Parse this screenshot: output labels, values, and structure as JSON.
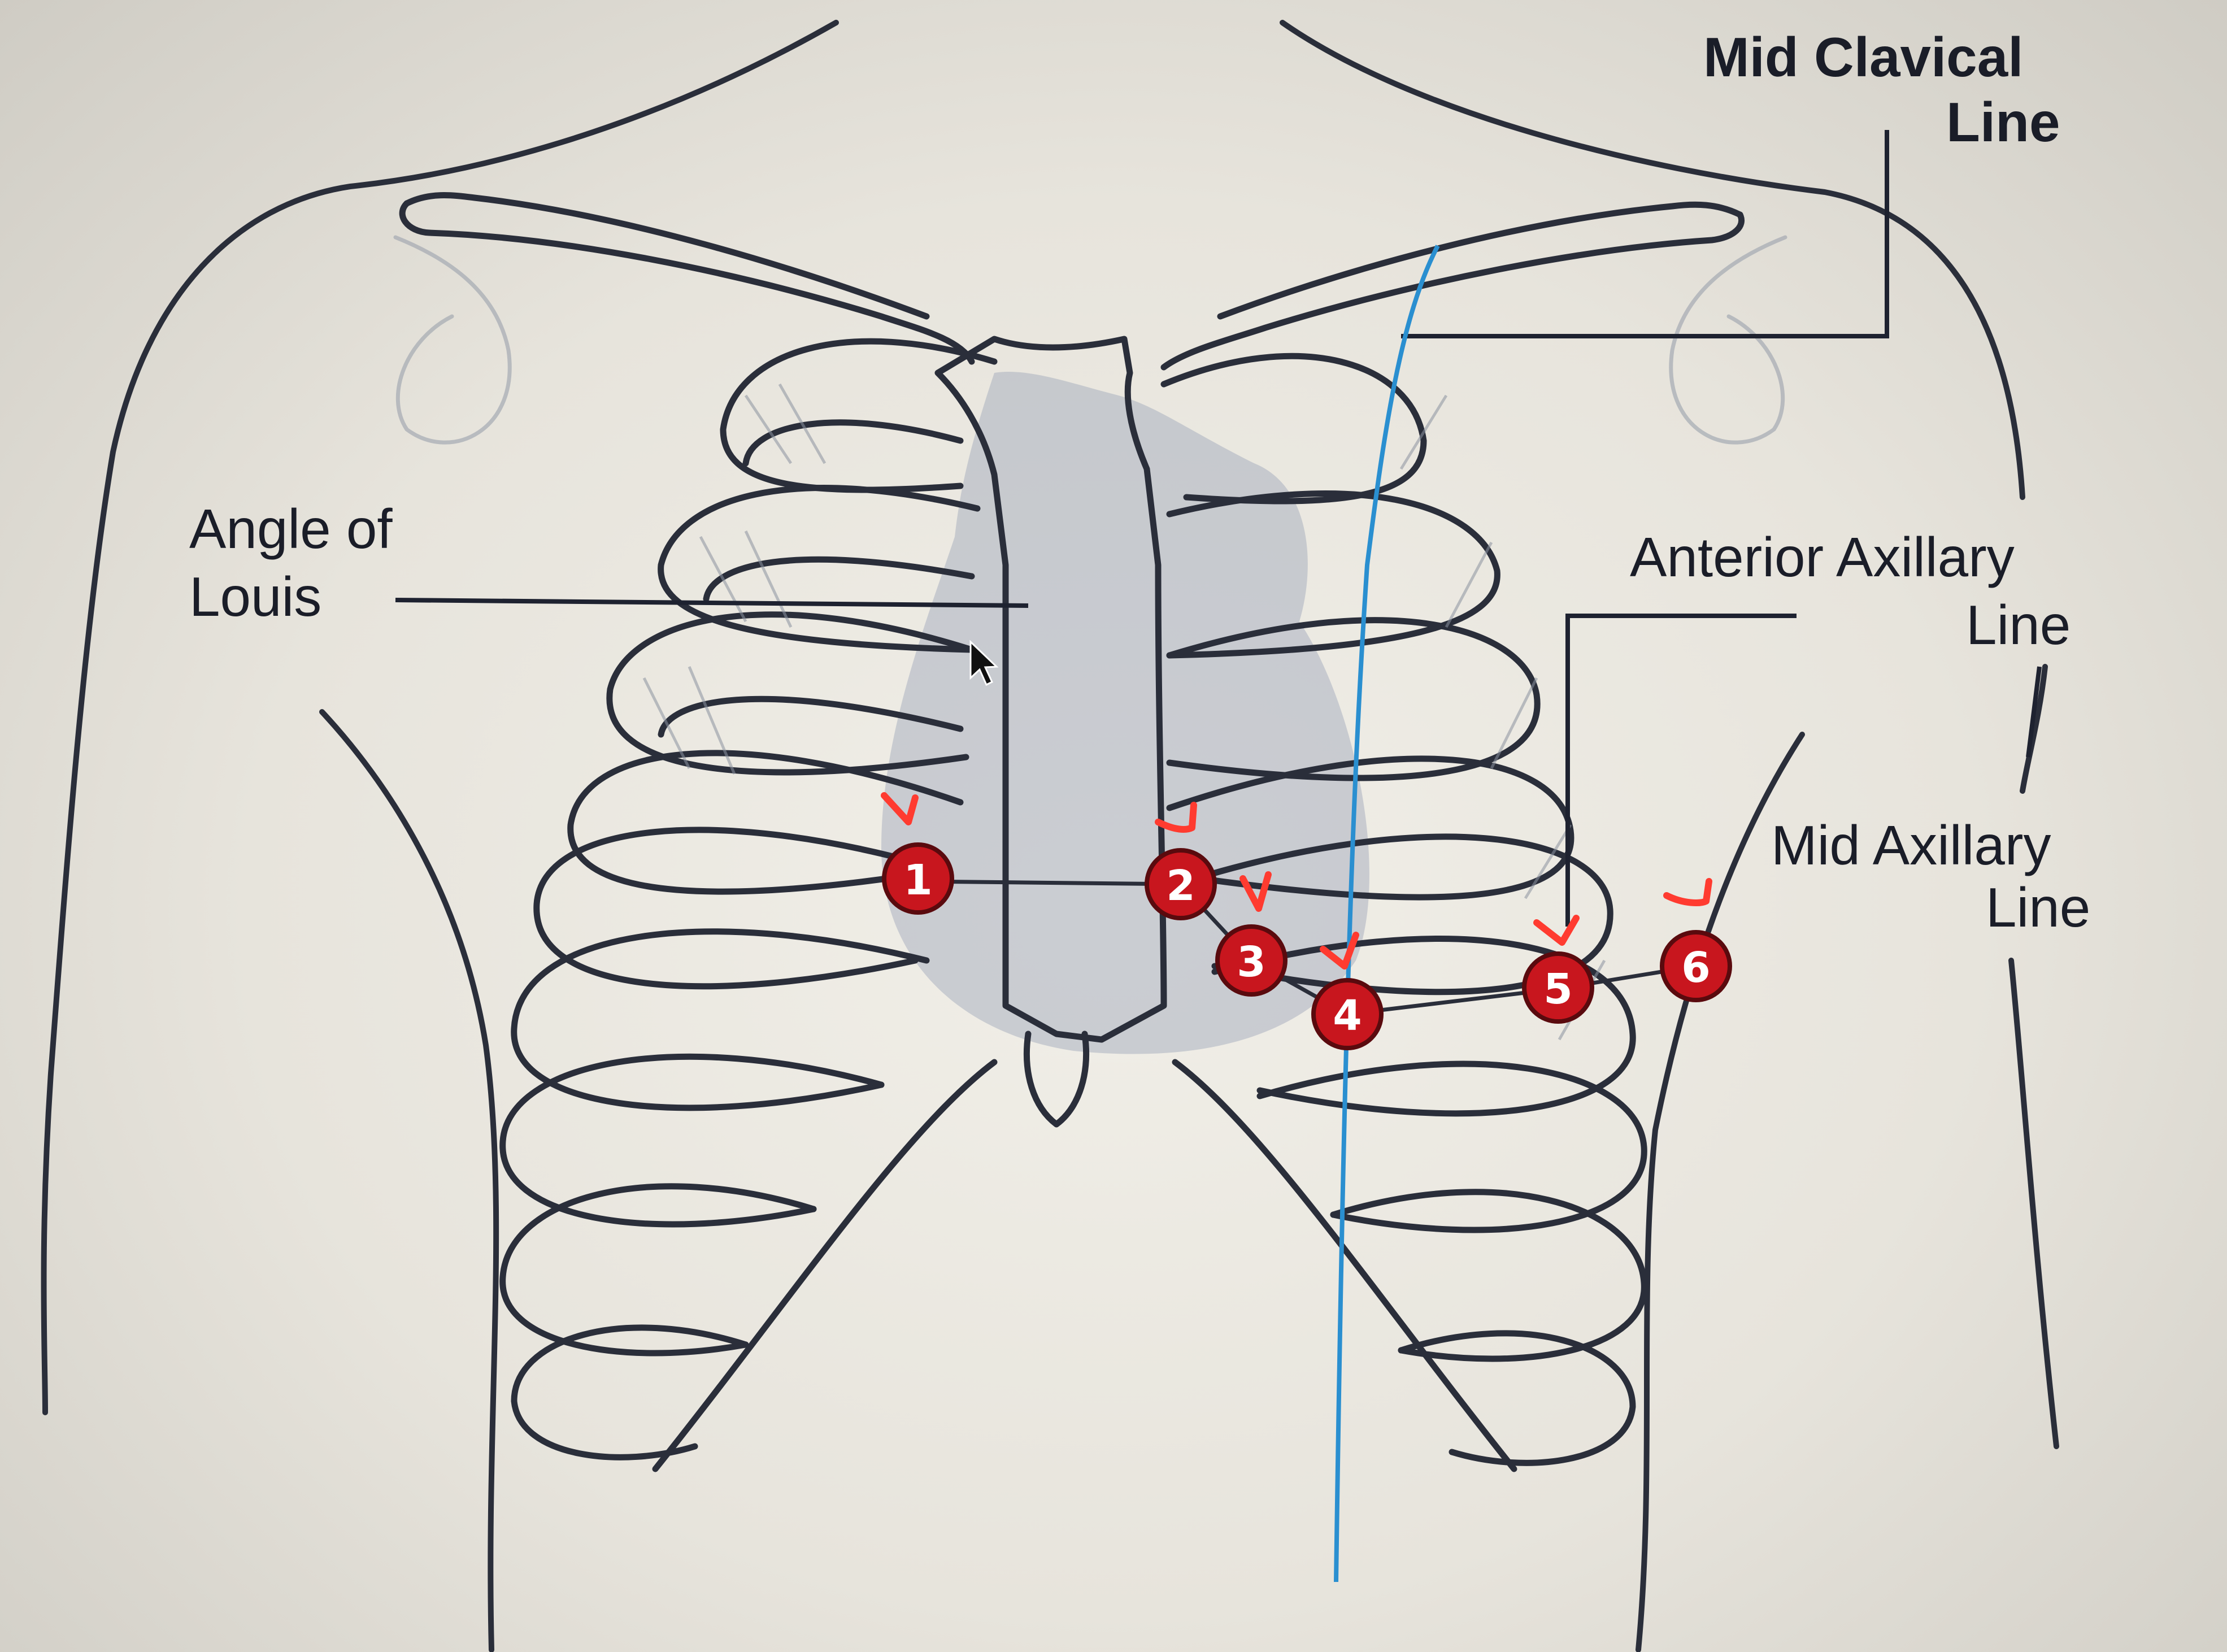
{
  "labels": {
    "mid_clavical": [
      "Mid Clavical",
      "Line"
    ],
    "angle_of_louis": [
      "Angle of",
      "Louis"
    ],
    "anterior_axillary": [
      "Anterior Axillary",
      "Line"
    ],
    "mid_axillary": [
      "Mid Axillary",
      "Line"
    ]
  },
  "electrodes": [
    {
      "number": "1"
    },
    {
      "number": "2"
    },
    {
      "number": "3"
    },
    {
      "number": "4"
    },
    {
      "number": "5"
    },
    {
      "number": "6"
    }
  ],
  "colors": {
    "electrode": "#c8161e",
    "checkmark": "#ff3b30",
    "mid_clavicular_line": "#2a8fd0",
    "outline": "#2a2e3a"
  }
}
